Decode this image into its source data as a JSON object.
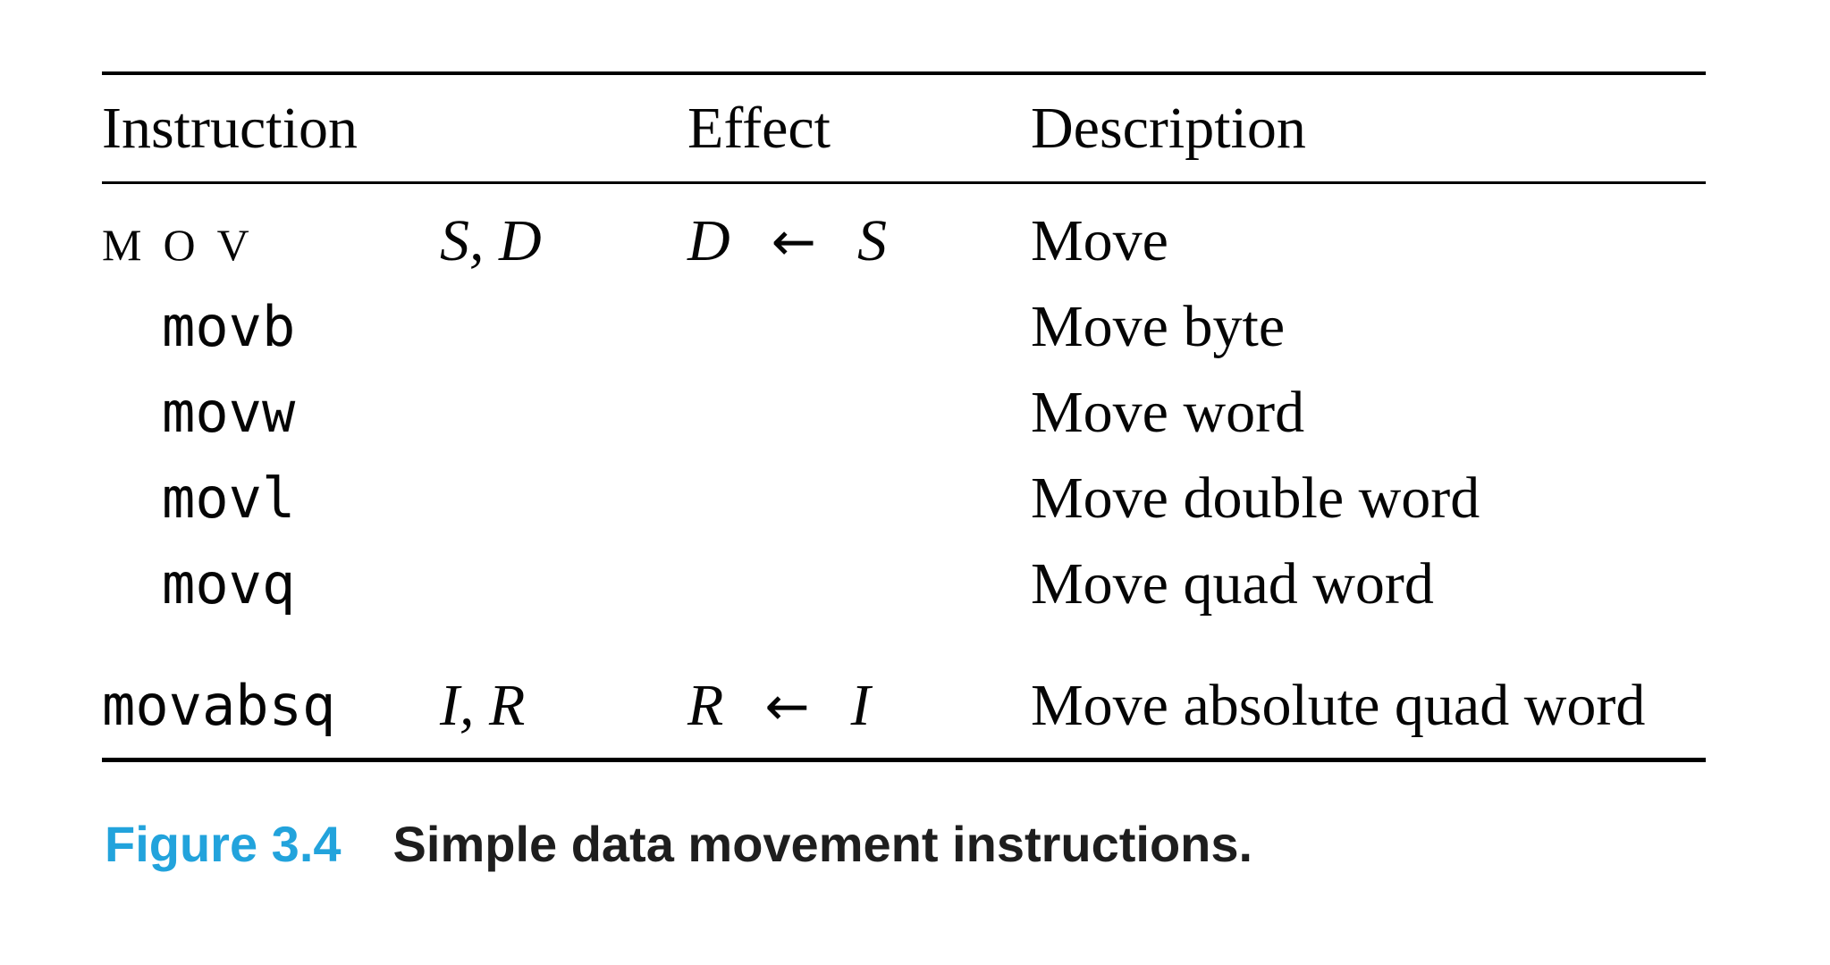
{
  "figure": {
    "table": {
      "headers": {
        "instruction": "Instruction",
        "effect": "Effect",
        "description": "Description"
      },
      "rows": [
        {
          "instruction": "MOV",
          "instruction_style": "smallcaps",
          "indent": false,
          "operands": "S, D",
          "effect_lhs": "D",
          "effect_arrow": "←",
          "effect_rhs": "S",
          "description": "Move",
          "gap_before": false
        },
        {
          "instruction": "movb",
          "instruction_style": "mono",
          "indent": true,
          "operands": "",
          "effect_lhs": "",
          "effect_arrow": "",
          "effect_rhs": "",
          "description": "Move byte",
          "gap_before": false
        },
        {
          "instruction": "movw",
          "instruction_style": "mono",
          "indent": true,
          "operands": "",
          "effect_lhs": "",
          "effect_arrow": "",
          "effect_rhs": "",
          "description": "Move word",
          "gap_before": false
        },
        {
          "instruction": "movl",
          "instruction_style": "mono",
          "indent": true,
          "operands": "",
          "effect_lhs": "",
          "effect_arrow": "",
          "effect_rhs": "",
          "description": "Move double word",
          "gap_before": false
        },
        {
          "instruction": "movq",
          "instruction_style": "mono",
          "indent": true,
          "operands": "",
          "effect_lhs": "",
          "effect_arrow": "",
          "effect_rhs": "",
          "description": "Move quad word",
          "gap_before": false
        },
        {
          "instruction": "movabsq",
          "instruction_style": "mono",
          "indent": false,
          "operands": "I, R",
          "effect_lhs": "R",
          "effect_arrow": "←",
          "effect_rhs": "I",
          "description": "Move absolute quad word",
          "gap_before": true
        }
      ]
    },
    "caption": {
      "label": "Figure 3.4",
      "text": "Simple data movement instructions."
    }
  },
  "colors": {
    "table_text": "#050505",
    "rule": "#000000",
    "caption_label": "#22A3DC",
    "caption_text": "#1E1E1E"
  }
}
